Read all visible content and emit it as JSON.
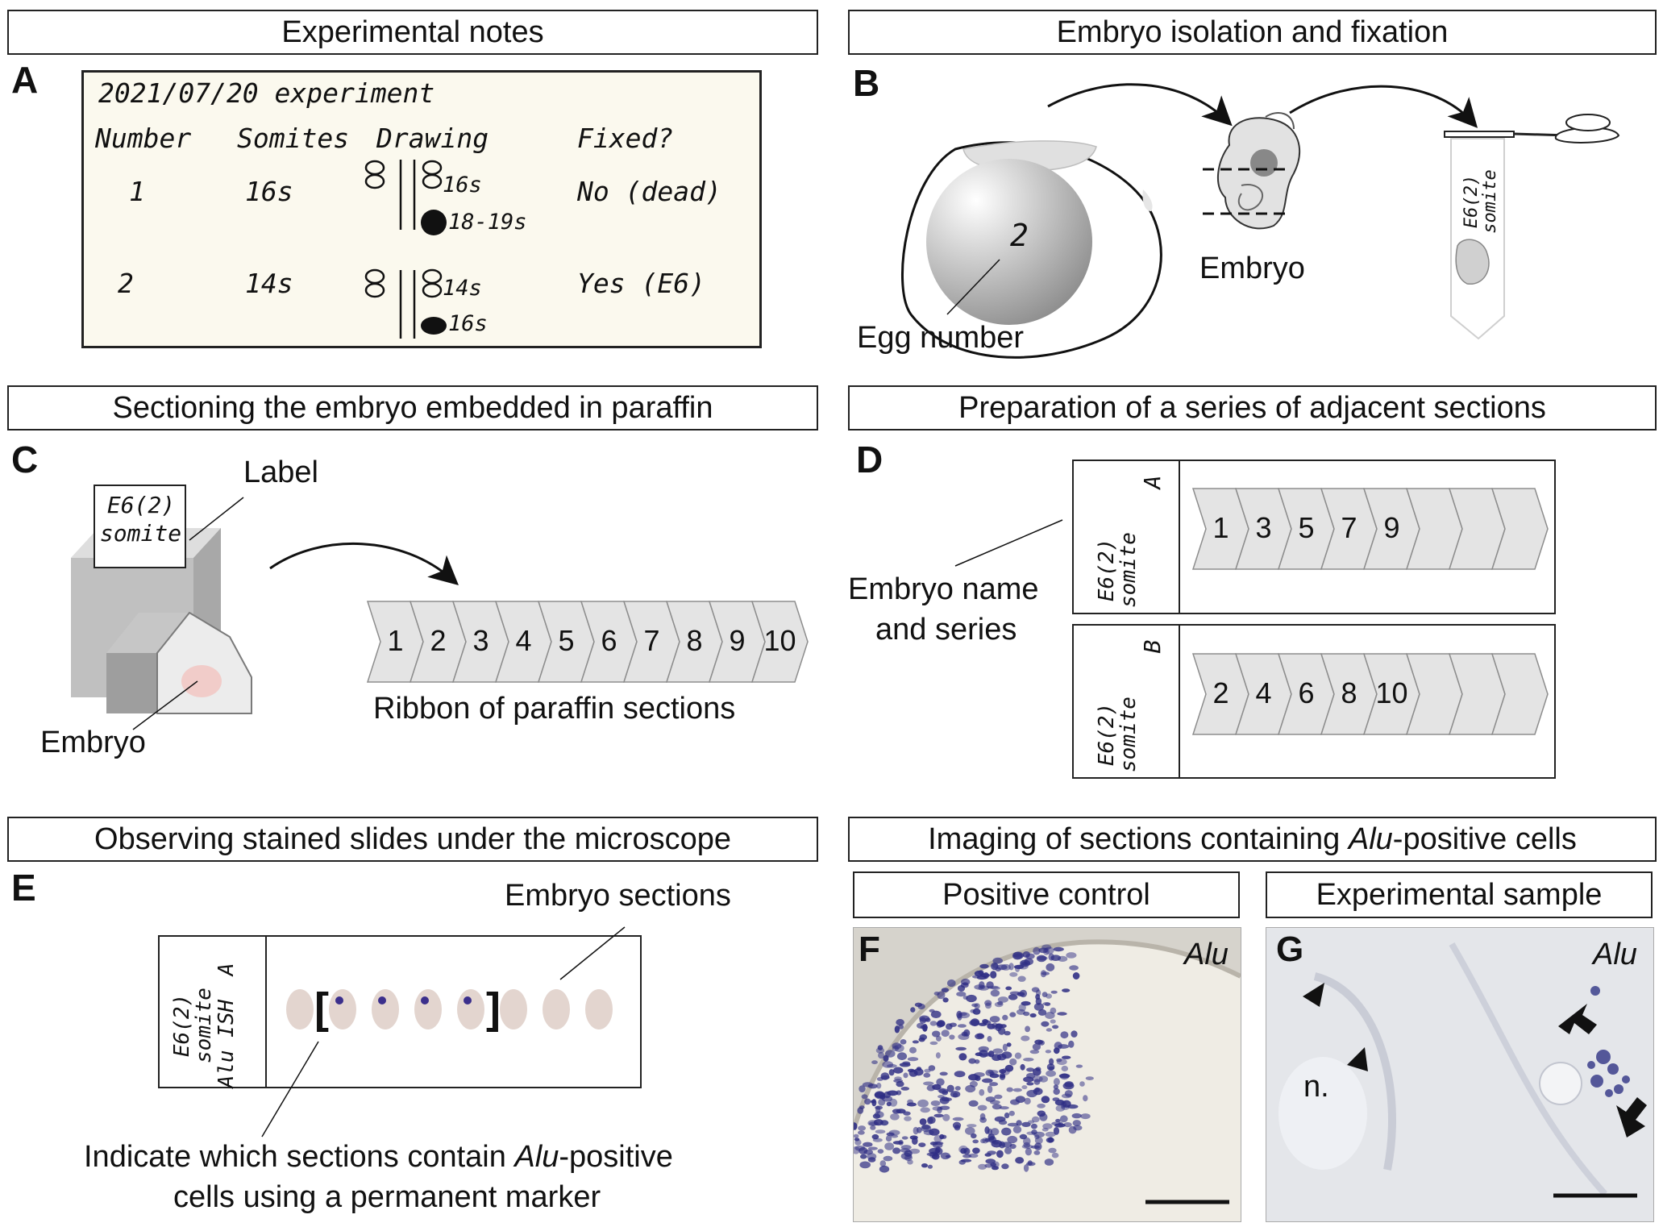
{
  "headers": {
    "a": "Experimental notes",
    "b": "Embryo isolation and fixation",
    "c": "Sectioning the embryo embedded in paraffin",
    "d": "Preparation of a series of adjacent sections",
    "e": "Observing stained slides under the microscope",
    "fg_pre": "Imaging of sections containing ",
    "fg_italic": "Alu",
    "fg_post": "-positive cells",
    "f": "Positive control",
    "g": "Experimental sample"
  },
  "panel_labels": {
    "a": "A",
    "b": "B",
    "c": "C",
    "d": "D",
    "e": "E",
    "f": "F",
    "g": "G"
  },
  "notes": {
    "title": "2021/07/20 experiment",
    "columns": [
      "Number",
      "Somites",
      "Drawing",
      "Fixed?"
    ],
    "rows": [
      {
        "number": "1",
        "somites": "16s",
        "draw_top": "16s",
        "draw_bottom": "18-19s",
        "fixed": "No (dead)"
      },
      {
        "number": "2",
        "somites": "14s",
        "draw_top": "14s",
        "draw_bottom": "16s",
        "fixed": "Yes (E6)"
      }
    ]
  },
  "panel_b": {
    "egg_number": "2",
    "egg_label": "Egg number",
    "embryo_label": "Embryo",
    "tube_label_1": "E6(2)",
    "tube_label_2": "somite"
  },
  "panel_c": {
    "label_caption": "Label",
    "block_label_1": "E6(2)",
    "block_label_2": "somite",
    "embryo_label": "Embryo",
    "ribbon_caption": "Ribbon of paraffin sections",
    "ribbon": [
      "1",
      "2",
      "3",
      "4",
      "5",
      "6",
      "7",
      "8",
      "9",
      "10"
    ]
  },
  "panel_d": {
    "caption_1": "Embryo name",
    "caption_2": "and series",
    "slide_label_1": "E6(2)",
    "slide_label_2": "somite",
    "series_a": {
      "letter": "A",
      "sections": [
        "1",
        "3",
        "5",
        "7",
        "9",
        "",
        "",
        ""
      ]
    },
    "series_b": {
      "letter": "B",
      "sections": [
        "2",
        "4",
        "6",
        "8",
        "10",
        "",
        "",
        ""
      ]
    }
  },
  "panel_e": {
    "sections_caption": "Embryo sections",
    "slide_label_1": "E6(2)",
    "slide_label_2": "somite",
    "slide_label_3": "Alu ISH",
    "slide_letter": "A",
    "bracket_open": "[",
    "bracket_close": "]",
    "indicate_pre": "Indicate which sections contain ",
    "indicate_italic": "Alu",
    "indicate_post": "-positive",
    "indicate_line2": "cells using a permanent marker",
    "sections": [
      {
        "positive": false
      },
      {
        "positive": true
      },
      {
        "positive": true
      },
      {
        "positive": true
      },
      {
        "positive": true
      },
      {
        "positive": false
      },
      {
        "positive": false
      },
      {
        "positive": false
      }
    ]
  },
  "panel_f": {
    "alu": "Alu"
  },
  "panel_g": {
    "alu": "Alu",
    "n_label": "n."
  },
  "colors": {
    "section_fill": "#e3d5cf",
    "stain": "#3b2f8c",
    "ribbon_fill": "#e4e4e4",
    "notes_bg": "#fbf9ee",
    "embryo_pink": "#f2c4c0"
  }
}
